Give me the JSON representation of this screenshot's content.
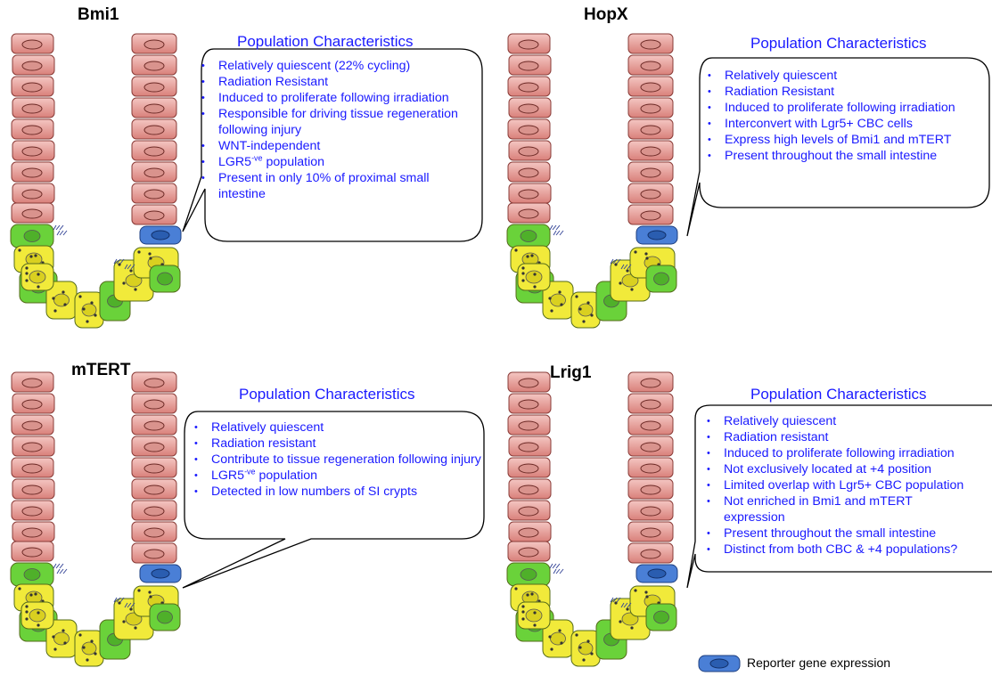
{
  "legend": {
    "label": "Reporter gene expression"
  },
  "panels": [
    {
      "gene": "Bmi1",
      "title": "Population Characteristics",
      "items": [
        "Relatively quiescent (22% cycling)",
        "Radiation Resistant",
        "Induced to proliferate following irradiation",
        "Responsible for driving tissue regeneration following injury",
        "WNT-independent",
        "LGR5-ve population",
        "Present in only 10% of proximal small intestine"
      ]
    },
    {
      "gene": "HopX",
      "title": "Population Characteristics",
      "items": [
        "Relatively quiescent",
        "Radiation Resistant",
        "Induced to proliferate following irradiation",
        "Interconvert with Lgr5+ CBC cells",
        "Express high levels of Bmi1 and mTERT",
        "Present throughout the small intestine"
      ]
    },
    {
      "gene": "mTERT",
      "title": "Population Characteristics",
      "items": [
        "Relatively quiescent",
        "Radiation resistant",
        "Contribute to tissue regeneration following injury",
        "LGR5-ve population",
        "Detected in low numbers of SI crypts"
      ]
    },
    {
      "gene": "Lrig1",
      "title": "Population Characteristics",
      "items": [
        "Relatively quiescent",
        "Radiation resistant",
        "Induced to proliferate following irradiation",
        "Not exclusively located at +4 position",
        "Limited overlap with Lgr5+ CBC population",
        "Not  enriched in Bmi1 and mTERT expression",
        "Present throughout the small intestine",
        "Distinct from both CBC & +4 populations?"
      ]
    }
  ]
}
